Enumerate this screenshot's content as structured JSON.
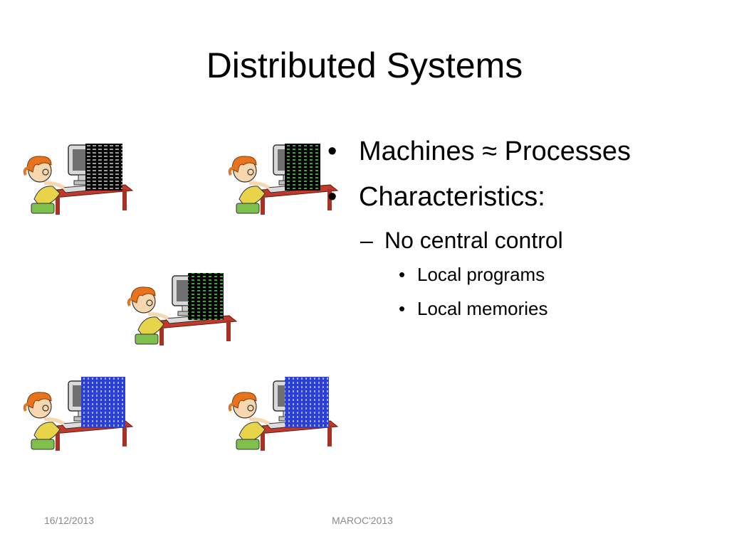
{
  "slide": {
    "title": "Distributed Systems",
    "bullets": [
      {
        "level": 1,
        "marker": "•",
        "text": "Machines ≈ Processes"
      },
      {
        "level": 1,
        "marker": "•",
        "text": "Characteristics:"
      },
      {
        "level": 2,
        "marker": "–",
        "text": "No central control"
      },
      {
        "level": 3,
        "marker": "•",
        "text": "Local programs"
      },
      {
        "level": 3,
        "marker": "•",
        "text": "Local memories"
      }
    ]
  },
  "footer": {
    "date": "16/12/2013",
    "center": "MAROC'2013"
  },
  "illustrations": {
    "stations": [
      {
        "icon": "person-at-computer-icon",
        "screen": "grey-code-screen"
      },
      {
        "icon": "person-at-computer-icon",
        "screen": "green-code-screen"
      },
      {
        "icon": "person-at-computer-icon",
        "screen": "green-code-screen"
      },
      {
        "icon": "person-at-computer-icon",
        "screen": "blue-code-screen"
      },
      {
        "icon": "person-at-computer-icon",
        "screen": "blue-code-screen"
      }
    ]
  },
  "colors": {
    "desk": "#c0392b",
    "hair": "#e8731c",
    "monitor": "#d9d9d9",
    "code_grey": "#9a9a9a",
    "code_green": "#3fa34d",
    "code_blue": "#2b3fd6",
    "footer_text": "#8a8a8a"
  }
}
